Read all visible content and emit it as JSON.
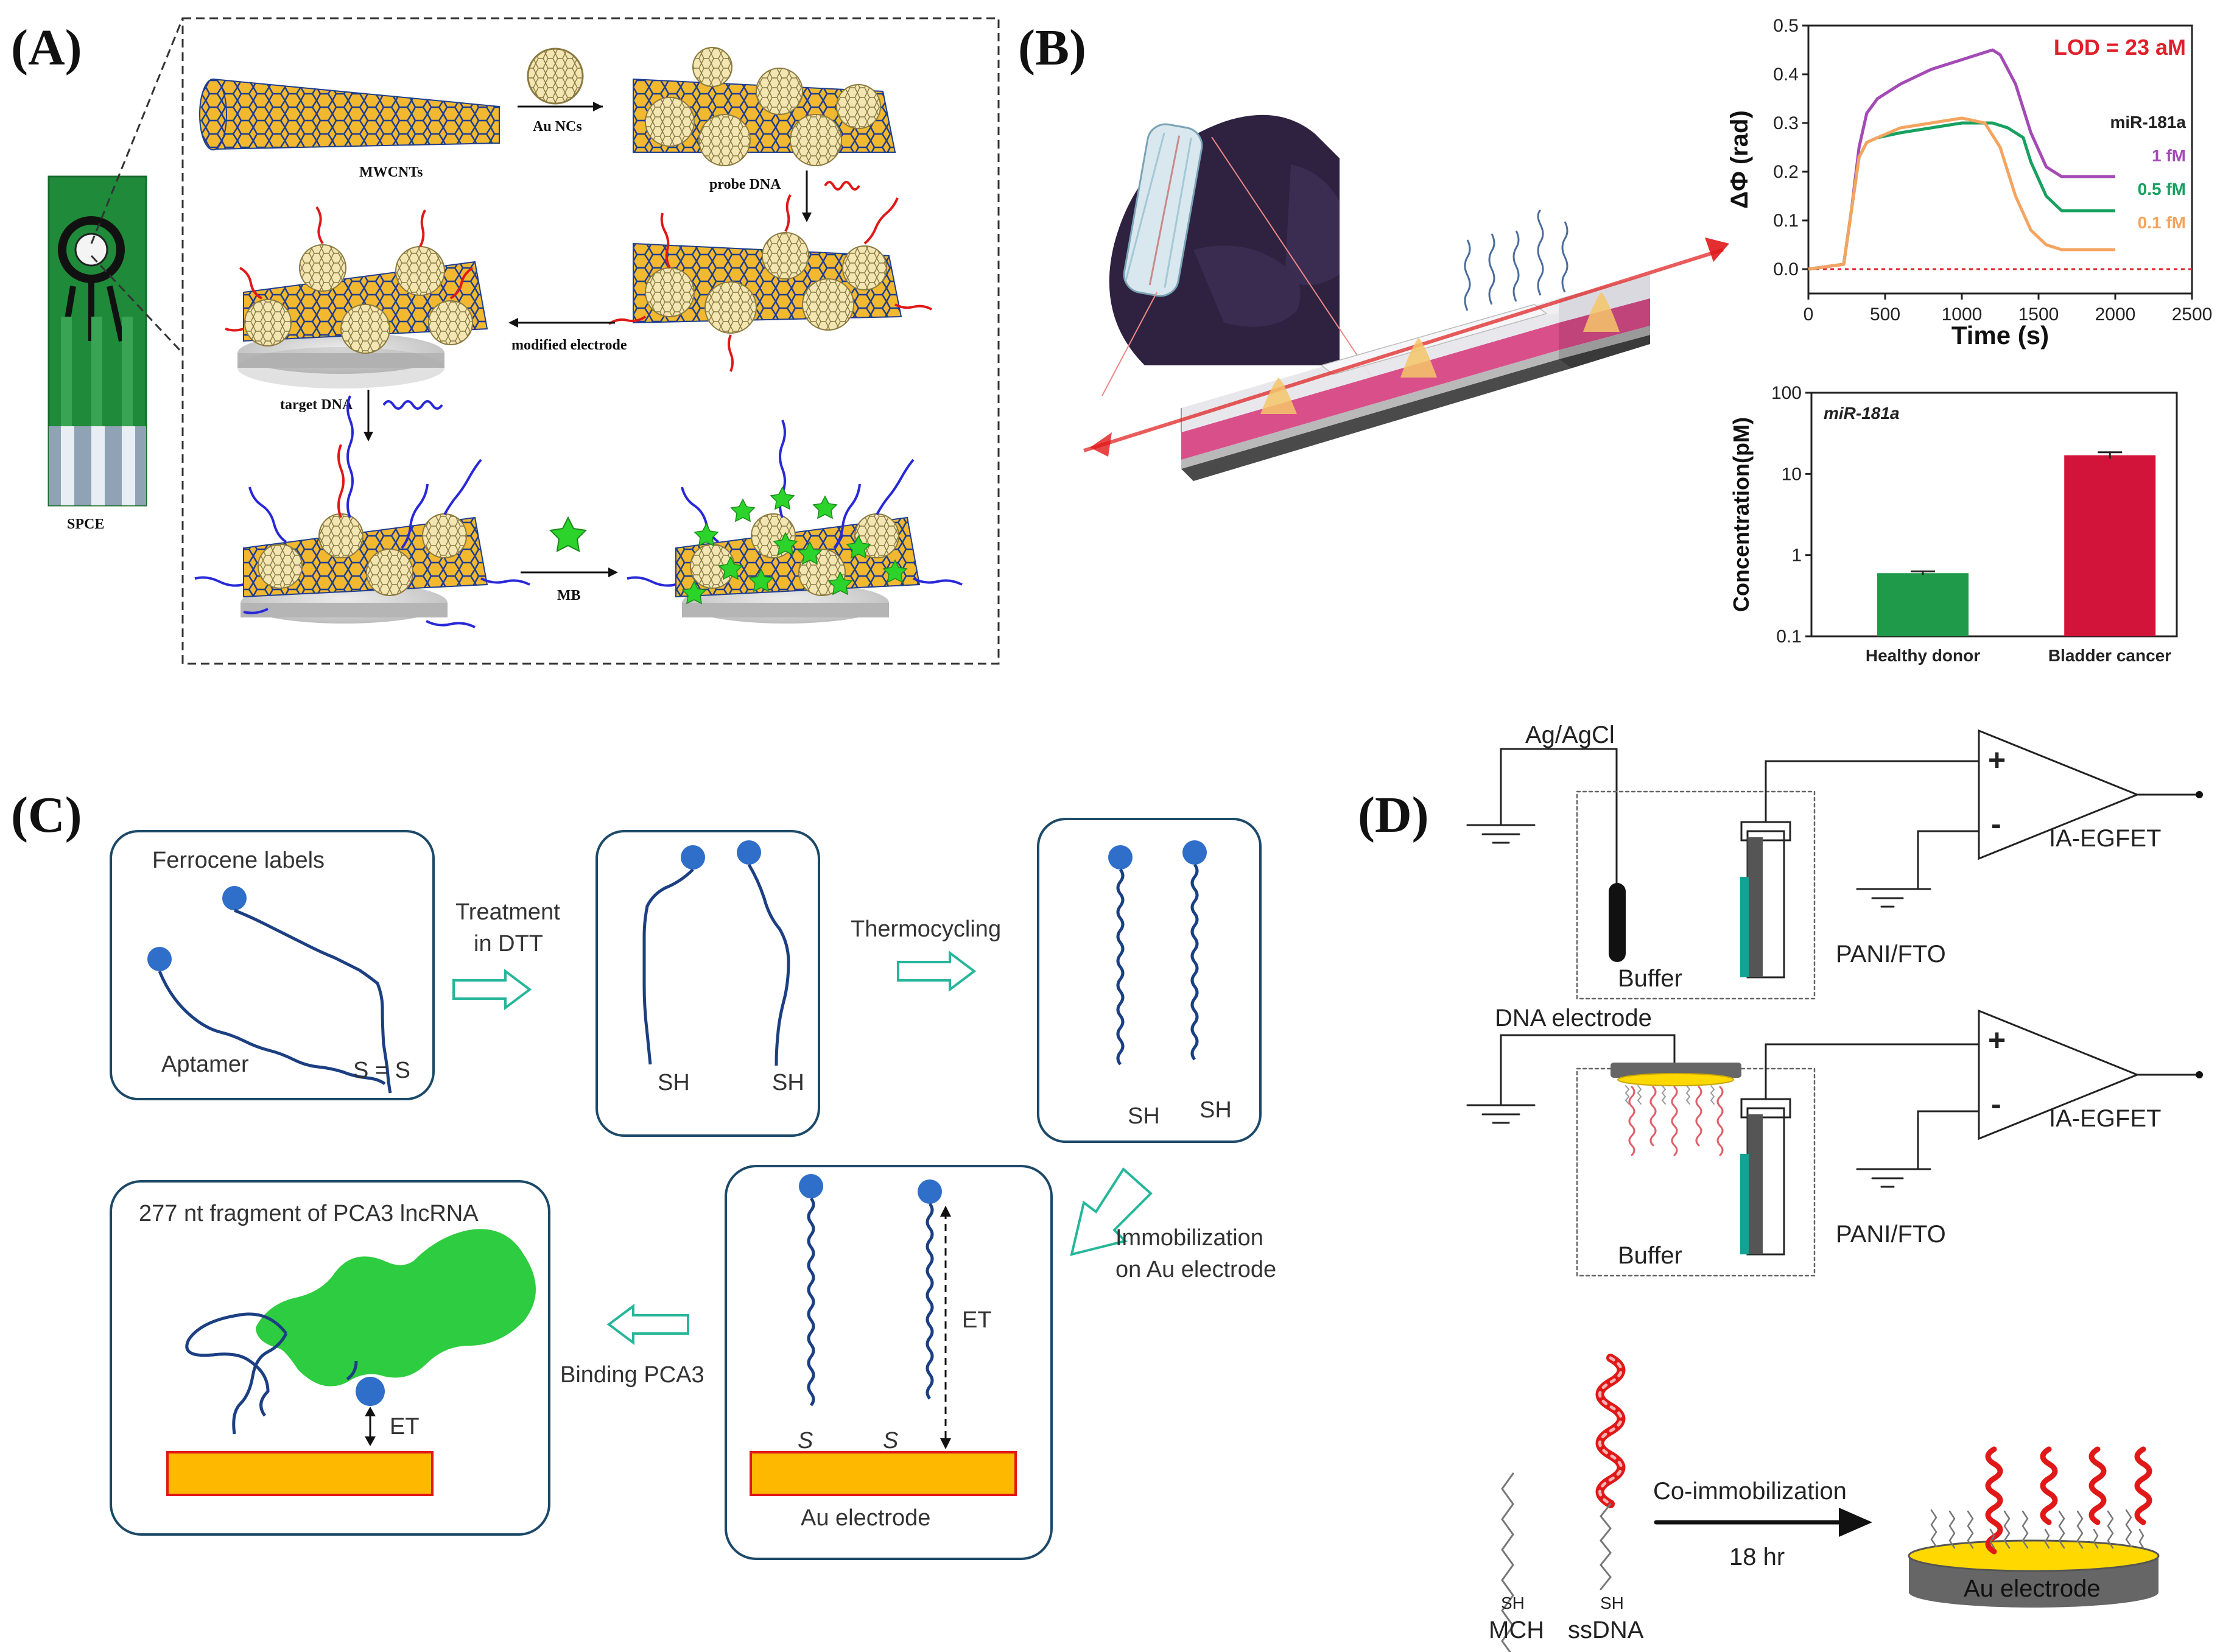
{
  "panels": {
    "a": {
      "letter": "(A)",
      "labels": {
        "spce": "SPCE",
        "mwcnts": "MWCNTs",
        "au_ncs": "Au NCs",
        "probe_dna": "probe DNA",
        "modified_electrode": "modified electrode",
        "target_dna": "target DNA",
        "mb": "MB"
      }
    },
    "b": {
      "letter": "(B)",
      "lod": "LOD = 23 aM",
      "line_chart": {
        "type": "line",
        "xlabel": "Time (s)",
        "ylabel": "ΔΦ (rad)",
        "xlim": [
          0,
          2500
        ],
        "ylim": [
          -0.05,
          0.5
        ],
        "xticks": [
          "0",
          "500",
          "1000",
          "1500",
          "2000",
          "2500"
        ],
        "yticks": [
          "0.0",
          "0.1",
          "0.2",
          "0.3",
          "0.4",
          "0.5"
        ],
        "legend_title": "miR-181a",
        "series": [
          {
            "name": "1 fM",
            "color": "#a44ab5",
            "x": [
              0,
              230,
              280,
              330,
              380,
              450,
              600,
              800,
              1000,
              1200,
              1250,
              1350,
              1450,
              1550,
              1650,
              2000
            ],
            "y": [
              0.0,
              0.01,
              0.12,
              0.25,
              0.32,
              0.35,
              0.38,
              0.41,
              0.43,
              0.45,
              0.44,
              0.38,
              0.28,
              0.21,
              0.19,
              0.19
            ]
          },
          {
            "name": "0.5 fM",
            "color": "#18a060",
            "x": [
              0,
              230,
              280,
              330,
              380,
              450,
              600,
              800,
              1000,
              1200,
              1300,
              1400,
              1450,
              1550,
              1650,
              2000
            ],
            "y": [
              0.0,
              0.01,
              0.12,
              0.23,
              0.26,
              0.27,
              0.28,
              0.29,
              0.3,
              0.3,
              0.29,
              0.27,
              0.22,
              0.15,
              0.12,
              0.12
            ]
          },
          {
            "name": "0.1 fM",
            "color": "#f4a460",
            "x": [
              0,
              230,
              280,
              330,
              380,
              450,
              600,
              800,
              1000,
              1150,
              1250,
              1350,
              1450,
              1550,
              1650,
              2000
            ],
            "y": [
              0.0,
              0.01,
              0.12,
              0.23,
              0.26,
              0.27,
              0.29,
              0.3,
              0.31,
              0.3,
              0.25,
              0.15,
              0.08,
              0.05,
              0.04,
              0.04
            ]
          }
        ],
        "baseline": {
          "y": 0.0,
          "color": "#e0202a"
        }
      },
      "bar_chart": {
        "type": "bar",
        "ylabel": "Concentration(pM)",
        "inner_label": "miR-181a",
        "scale": "log",
        "ylim": [
          0.1,
          100
        ],
        "yticks": [
          "100",
          "10",
          "1",
          "0.1"
        ],
        "categories": [
          "Healthy donor",
          "Bladder cancer"
        ],
        "values": [
          0.6,
          17
        ],
        "errors": [
          0.03,
          1.5
        ],
        "colors": [
          "#1f9a4a",
          "#d2143a"
        ]
      }
    },
    "c": {
      "letter": "(C)",
      "labels": {
        "ferrocene": "Ferrocene labels",
        "aptamer": "Aptamer",
        "disulfide": "S = S",
        "treatment_1": "Treatment",
        "treatment_2": "in DTT",
        "thermocycling": "Thermocycling",
        "sh": "SH",
        "immob_1": "Immobilization",
        "immob_2": "on Au electrode",
        "binding": "Binding PCA3",
        "fragment": "277 nt fragment of PCA3 lncRNA",
        "et": "ET",
        "s": "S",
        "au_electrode": "Au electrode"
      }
    },
    "d": {
      "letter": "(D)",
      "labels": {
        "ag_agcl": "Ag/AgCl",
        "buffer": "Buffer",
        "pani_fto": "PANI/FTO",
        "ia_egfet": "IA-EGFET",
        "plus": "+",
        "minus": "-",
        "dna_electrode": "DNA electrode",
        "co_immob": "Co-immobilization",
        "hours": "18 hr",
        "sh": "SH",
        "mch": "MCH",
        "ssdna": "ssDNA",
        "au_electrode": "Au electrode"
      }
    }
  }
}
